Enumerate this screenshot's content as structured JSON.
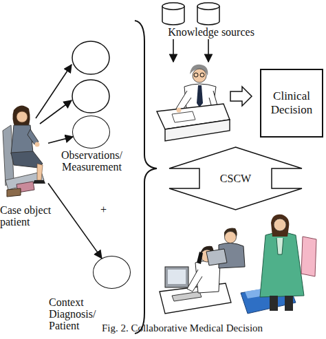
{
  "diagram": {
    "caption": "Fig. 2. Collaborative Medical Decision",
    "nodes": [
      {
        "text": [
          "Case object patient"
        ]
      },
      {
        "text": [
          "Observations/ Measurement"
        ]
      },
      {
        "text": [
          "Context Diagnosis/ Patient"
        ]
      },
      {
        "text": [
          "Knowledge sources"
        ]
      },
      {
        "text": [
          "Clinical Decision"
        ]
      },
      {
        "text": [
          "CSCW"
        ]
      }
    ],
    "edges": [
      {
        "from": 0,
        "to": 1,
        "arrow": "to"
      },
      {
        "from": 0,
        "to": 2,
        "arrow": "to"
      }
    ],
    "labels": [
      "+"
    ]
  }
}
